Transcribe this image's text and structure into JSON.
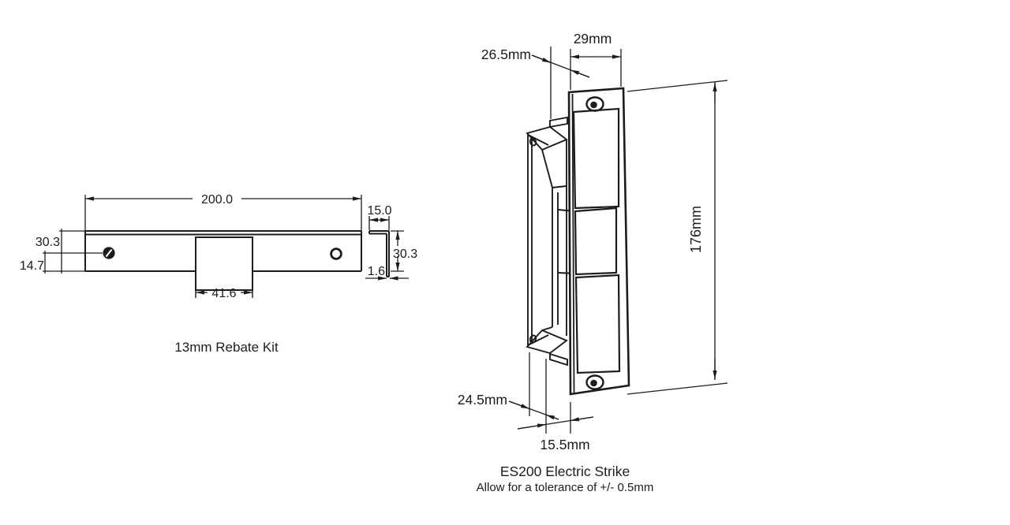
{
  "page": {
    "background": "#ffffff",
    "ink": "#1c1c1c"
  },
  "rebate_kit": {
    "caption": "13mm Rebate Kit",
    "dims": {
      "plate_length": "200.0",
      "plate_height": "30.3",
      "hole_center_offset": "14.7",
      "cutout_width": "41.6",
      "flange_width": "15.0",
      "side_height": "30.3",
      "material_thickness": "1.6"
    }
  },
  "electric_strike": {
    "caption": "ES200 Electric Strike",
    "tolerance_note": "Allow for a tolerance of +/- 0.5mm",
    "dims": {
      "faceplate_width": "29mm",
      "body_depth_top": "26.5mm",
      "faceplate_height": "176mm",
      "body_depth_bottom": "24.5mm",
      "lip_depth": "15.5mm"
    }
  }
}
